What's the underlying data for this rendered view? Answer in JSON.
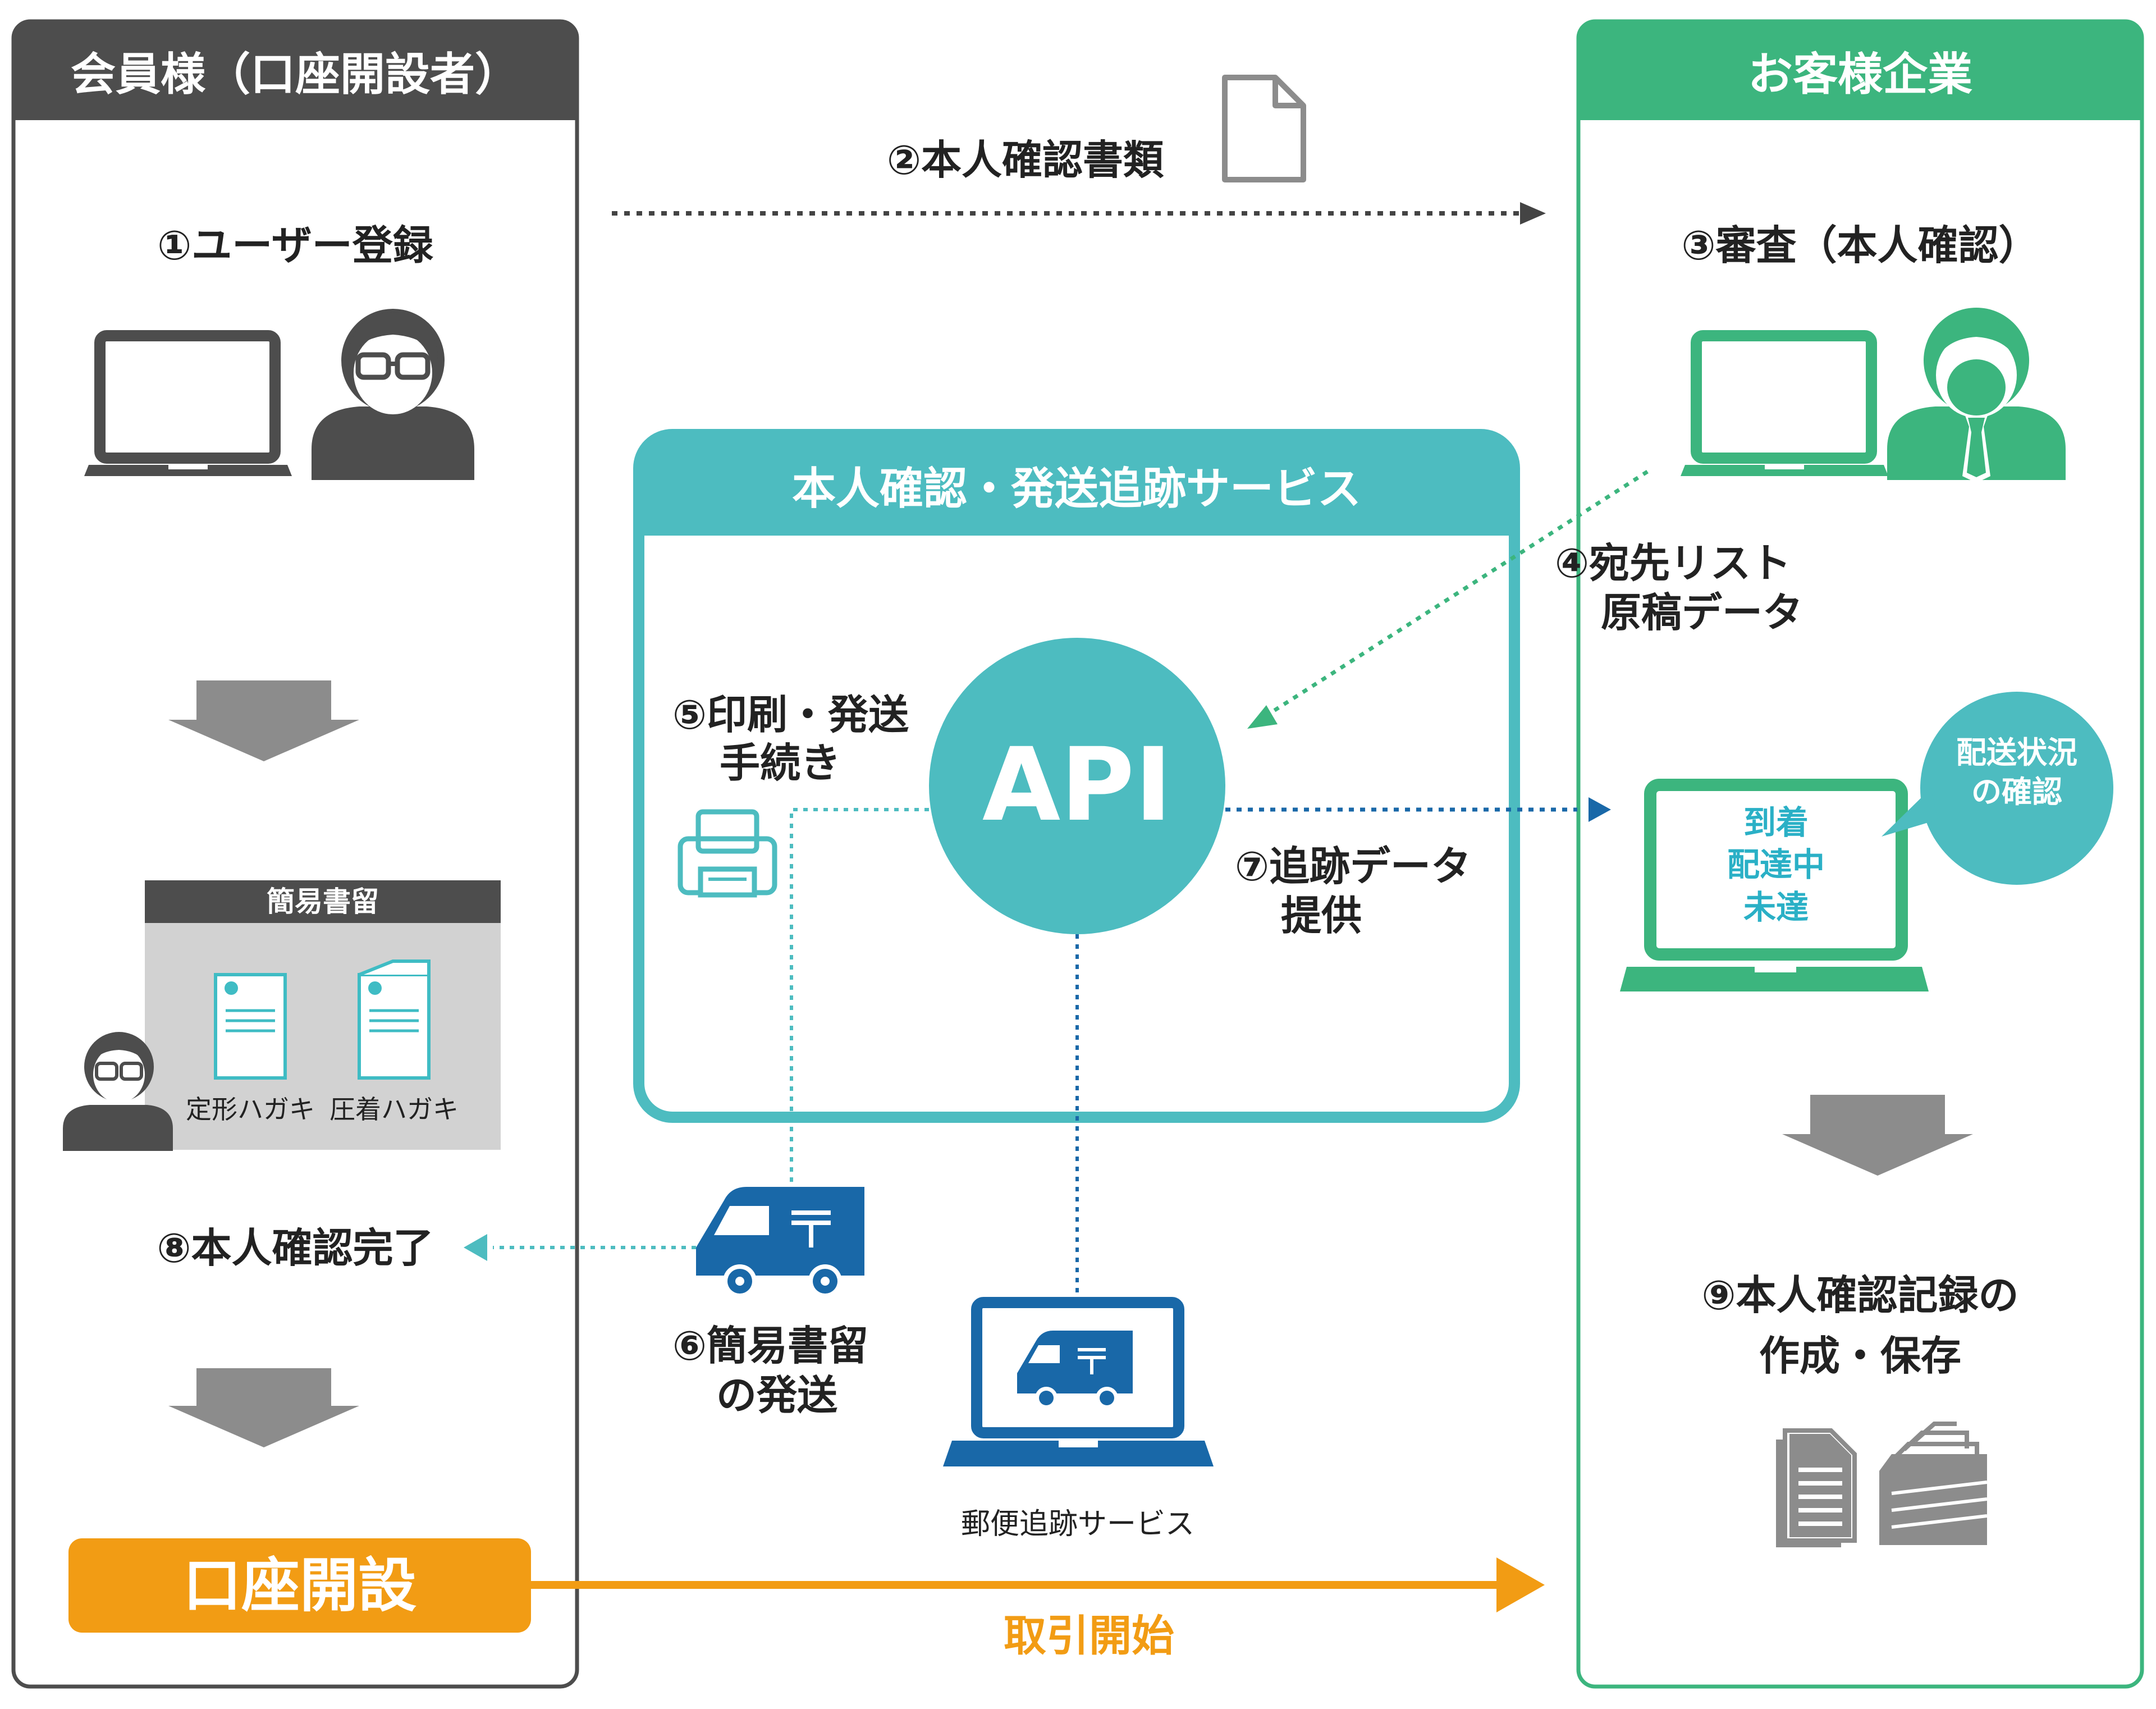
{
  "colors": {
    "member": "#4d4d4d",
    "company": "#3cb57e",
    "service": "#4dbcc0",
    "truck": "#1968a8",
    "open": "#f29c14",
    "arrow_gray": "#8c8c8c"
  },
  "member_panel": {
    "title": "会員様（口座開設者）",
    "step1": "①ユーザー登録",
    "mail_box": {
      "title": "簡易書留",
      "card1": "定形ハガキ",
      "card2": "圧着ハガキ"
    },
    "step8": "⑧本人確認完了",
    "account_open_button": "口座開設"
  },
  "company_panel": {
    "title": "お客様企業",
    "step3": "③審査（本人確認）",
    "step4_line1": "④宛先リスト",
    "step4_line2": "原稿データ",
    "tracking_screen": [
      "到着",
      "配達中",
      "未達"
    ],
    "bubble_line1": "配送状況",
    "bubble_line2": "の確認",
    "step9_line1": "⑨本人確認記録の",
    "step9_line2": "作成・保存"
  },
  "service_panel": {
    "title": "本人確認・発送追跡サービス",
    "api_label": "API",
    "step5_line1": "⑤印刷・発送",
    "step5_line2": "手続き",
    "step7_line1": "⑦追跡データ",
    "step7_line2": "提供"
  },
  "middle": {
    "step2": "②本人確認書類",
    "step6_line1": "⑥簡易書留",
    "step6_line2": "の発送",
    "postal_tracking": "郵便追跡サービス",
    "trade_start": "取引開始"
  },
  "icons": {
    "document": "document-icon",
    "laptop": "laptop-icon",
    "person": "person-icon",
    "printer": "printer-icon",
    "truck": "delivery-truck-icon",
    "files": "file-stack-icon",
    "folder": "folder-stack-icon"
  }
}
